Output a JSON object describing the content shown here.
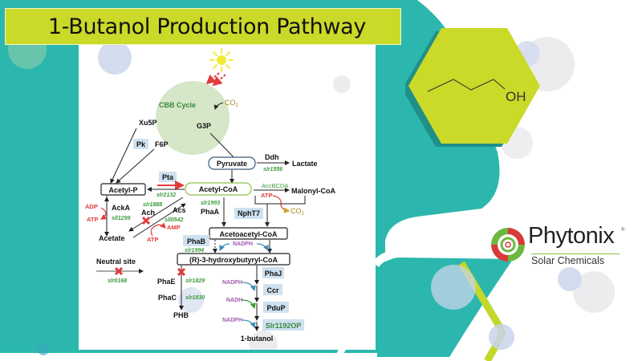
{
  "slide": {
    "title": "1-Butanol Production Pathway",
    "colors": {
      "teal": "#2bb7ad",
      "lime": "#cbd928",
      "pale_blue": "#d3dcef",
      "pale_gray": "#ececee"
    }
  },
  "molecule": {
    "name": "1-butanol skeletal structure",
    "label": "OH"
  },
  "logo": {
    "name": "Phytonix",
    "registered": "®",
    "tagline": "Solar Chemicals"
  },
  "pathway": {
    "cbb": "CBB Cycle",
    "co2_in": "CO",
    "co2_sub": "2",
    "xu5p": "Xu5P",
    "g3p": "G3P",
    "f6p": "F6P",
    "pk": "Pk",
    "pyruvate": "Pyruvate",
    "ddh": "Ddh",
    "slr1556": "slr1556",
    "lactate": "Lactate",
    "pta": "Pta",
    "slr2132": "slr2132",
    "acetyl_p": "Acetyl-P",
    "acetyl_coa": "Acetyl-CoA",
    "accbcda": "AccBCDA",
    "malonyl_coa": "Malonyl-CoA",
    "atp": "ATP",
    "co2_out": "CO",
    "co2_out_sub": "2",
    "adp": "ADP",
    "acka": "AckA",
    "sll1299": "sll1299",
    "slr1888": "slr1888",
    "ach": "Ach",
    "acs": "Acs",
    "sll0542": "sll0542",
    "amp": "AMP",
    "atp2": "ATP",
    "atp3": "ATP",
    "acetate": "Acetate",
    "slr1993": "slr1993",
    "phaa": "PhaA",
    "npht7": "NphT7",
    "acetoacetyl_coa": "Acetoacetyl-CoA",
    "phab": "PhaB",
    "slr1994": "slr1994",
    "nadph1": "NADPH",
    "hydroxybutyryl": "(R)-3-hydroxybutyryl-CoA",
    "neutral_site": "Neutral site",
    "slr0168": "slr0168",
    "phae": "PhaE",
    "slr1829": "slr1829",
    "phac": "PhaC",
    "slr1830": "slr1830",
    "phb": "PHB",
    "phaj": "PhaJ",
    "nadph2": "NADPH",
    "ccr": "Ccr",
    "nadh": "NADH",
    "pdup": "PduP",
    "nadph3": "NADPH",
    "slr1192op": "Slr1192OP",
    "butanol": "1-butanol"
  }
}
